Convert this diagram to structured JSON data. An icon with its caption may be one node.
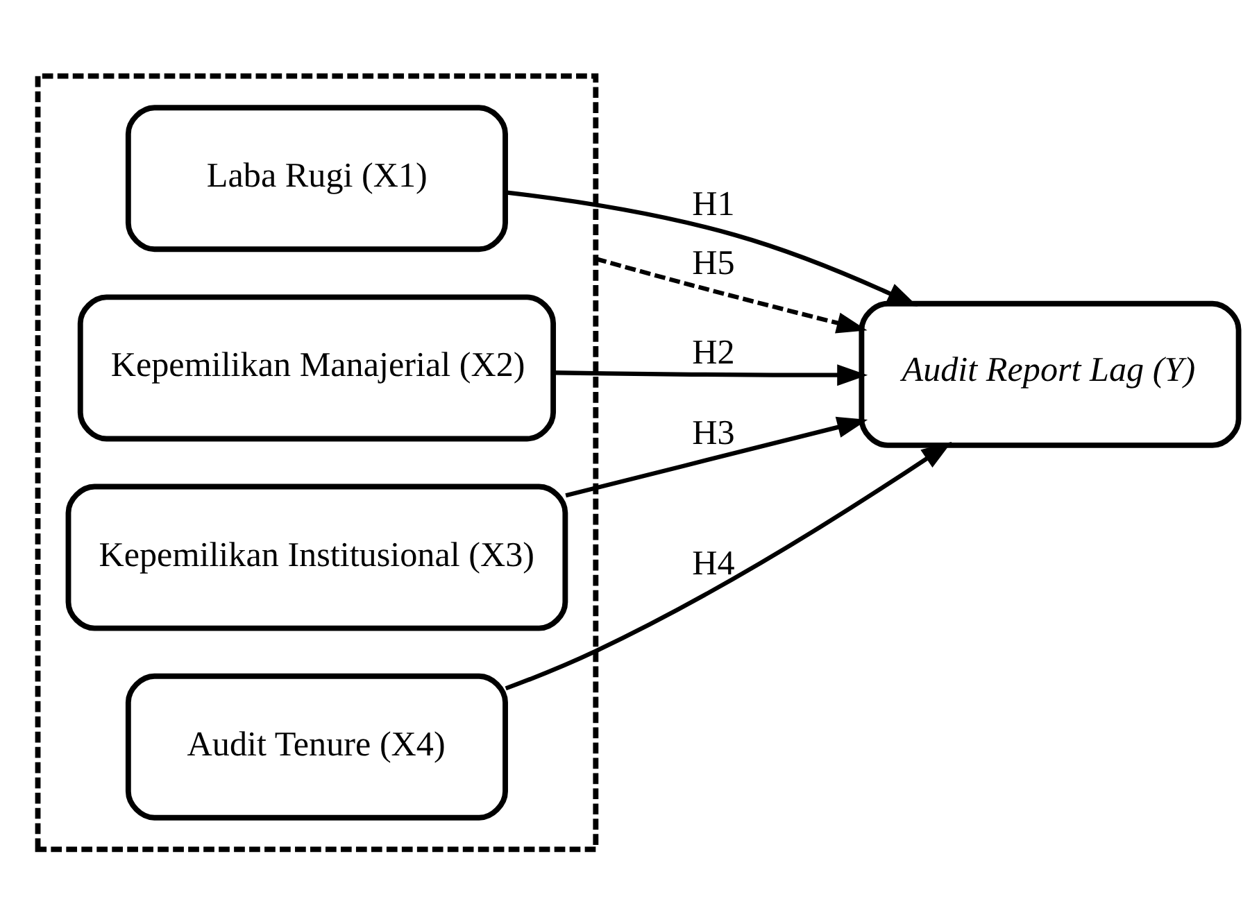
{
  "diagram": {
    "nodes": [
      {
        "text": [],
        "shape": "box"
      },
      {
        "text": [
          "Laba Rugi (X1)"
        ],
        "in": 0
      },
      {
        "text": [
          "Kepemilikan Manajerial (X2)"
        ],
        "in": 0
      },
      {
        "text": [
          "Kepemilikan Institusional (X3)"
        ],
        "in": 0
      },
      {
        "text": [
          "Audit Tenure (X4)"
        ],
        "in": 0
      },
      {
        "text": [
          "Audit Report Lag (Y)"
        ]
      }
    ],
    "edges": [
      {
        "from": 1,
        "to": 5,
        "arrow": "to",
        "label": "H1"
      },
      {
        "from": 2,
        "to": 5,
        "arrow": "to",
        "label": "H2"
      },
      {
        "from": 3,
        "to": 5,
        "arrow": "to",
        "label": "H3"
      },
      {
        "from": 4,
        "to": 5,
        "arrow": "to",
        "label": "H4"
      },
      {
        "from": 0,
        "to": 5,
        "arrow": "to",
        "label": "H5",
        "style": "dashed"
      }
    ]
  }
}
